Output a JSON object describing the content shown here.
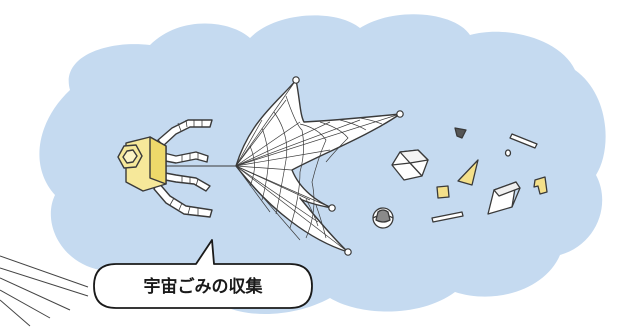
{
  "callout": {
    "label": "宇宙ごみの収集"
  },
  "illustration": {
    "background_color": "#c5daf0",
    "satellite_body_color": "#f6e89a",
    "debris_accent_color": "#f4e08a",
    "line_color": "#3a3a3a",
    "subjects": [
      "satellite",
      "capture-net",
      "space-debris"
    ]
  }
}
